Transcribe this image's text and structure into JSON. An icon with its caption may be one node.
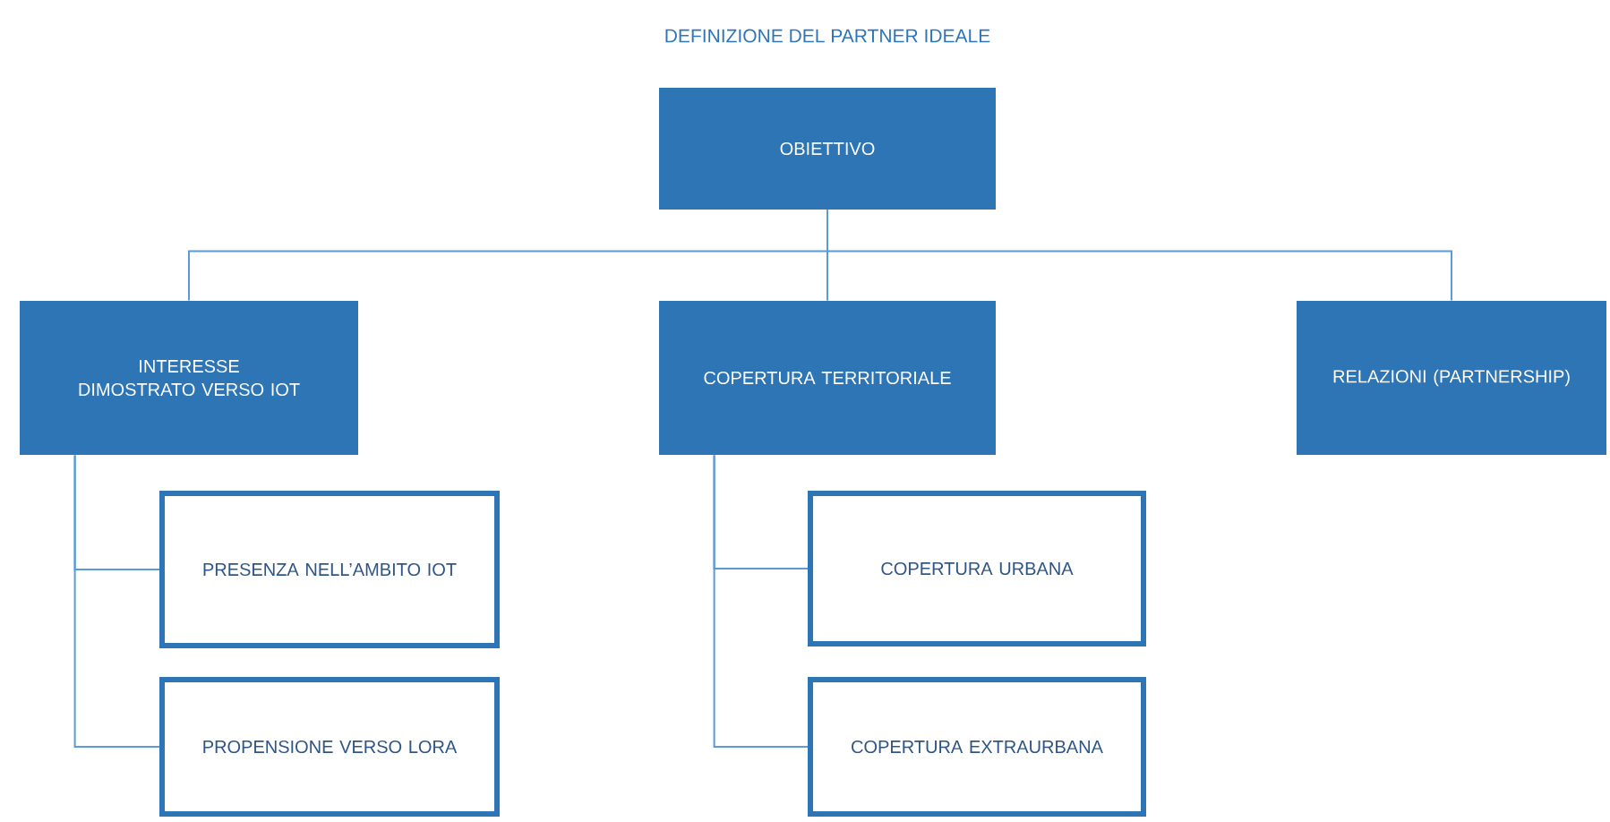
{
  "diagram": {
    "title": "DEFINIZIONE DEL PARTNER IDEALE",
    "nodes": [
      {
        "text": [
          "OBIETTIVO"
        ]
      },
      {
        "text": [
          "INTERESSE DIMOSTRATO VERSO IOT"
        ]
      },
      {
        "text": [
          "COPERTURA TERRITORIALE"
        ]
      },
      {
        "text": [
          "RELAZIONI (PARTNERSHIP)"
        ]
      },
      {
        "text": [
          "PRESENZA NELL’AMBITO IOT"
        ]
      },
      {
        "text": [
          "PROPENSIONE VERSO LORA"
        ]
      },
      {
        "text": [
          "COPERTURA URBANA"
        ]
      },
      {
        "text": [
          "COPERTURA EXTRAURBANA"
        ]
      }
    ],
    "edges": [
      {
        "from": 0,
        "to": 1,
        "arrow": "none"
      },
      {
        "from": 0,
        "to": 2,
        "arrow": "none"
      },
      {
        "from": 0,
        "to": 3,
        "arrow": "none"
      },
      {
        "from": 1,
        "to": 4,
        "arrow": "none"
      },
      {
        "from": 1,
        "to": 5,
        "arrow": "none"
      },
      {
        "from": 2,
        "to": 6,
        "arrow": "none"
      },
      {
        "from": 2,
        "to": 7,
        "arrow": "none"
      }
    ]
  }
}
